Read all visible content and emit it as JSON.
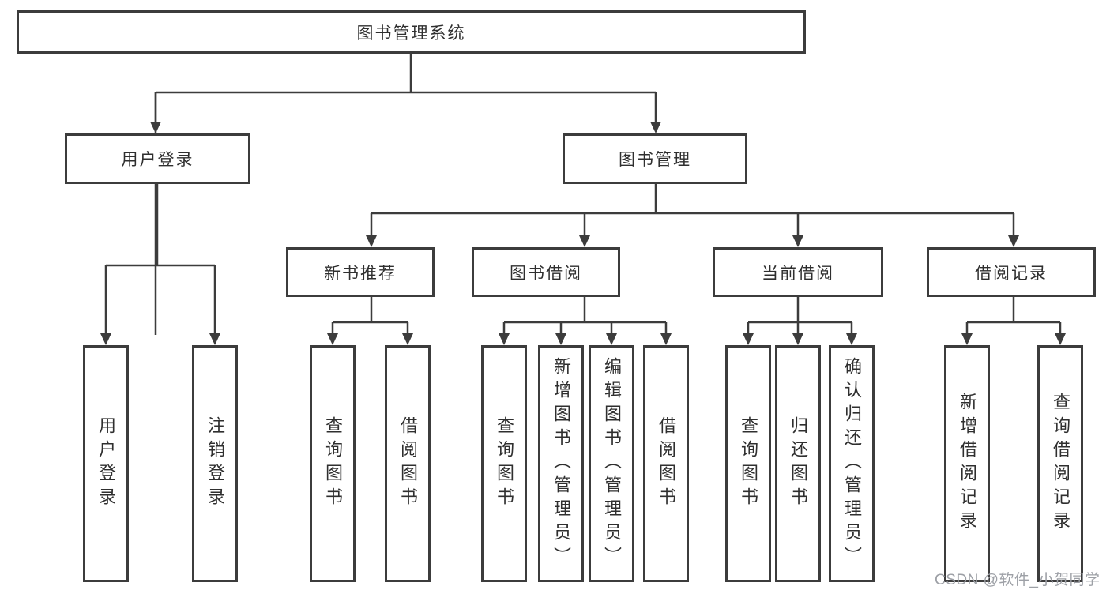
{
  "theme": {
    "line-color": "#3c3c3c",
    "text-color": "#2f2f2f",
    "node-bg": "#ffffff",
    "bg-color": "#ffffff",
    "watermark-color": "#9da0a6"
  },
  "diagram": {
    "type": "tree",
    "root": {
      "label": "图书管理系统"
    },
    "level2": [
      {
        "label": "用户登录",
        "parent": "图书管理系统"
      },
      {
        "label": "图书管理",
        "parent": "图书管理系统"
      }
    ],
    "level3": [
      {
        "label": "新书推荐",
        "parent": "图书管理"
      },
      {
        "label": "图书借阅",
        "parent": "图书管理"
      },
      {
        "label": "当前借阅",
        "parent": "图书管理"
      },
      {
        "label": "借阅记录",
        "parent": "图书管理"
      }
    ],
    "leaves": [
      {
        "label": "用户登录",
        "parent": "用户登录"
      },
      {
        "label": "注销登录",
        "parent": "用户登录"
      },
      {
        "label": "查询图书",
        "parent": "新书推荐"
      },
      {
        "label": "借阅图书",
        "parent": "新书推荐"
      },
      {
        "label": "查询图书",
        "parent": "图书借阅"
      },
      {
        "label": "新增图书（管理员）",
        "parent": "图书借阅"
      },
      {
        "label": "编辑图书（管理员）",
        "parent": "图书借阅"
      },
      {
        "label": "借阅图书",
        "parent": "图书借阅"
      },
      {
        "label": "查询图书",
        "parent": "当前借阅"
      },
      {
        "label": "归还图书",
        "parent": "当前借阅"
      },
      {
        "label": "确认归还（管理员）",
        "parent": "当前借阅"
      },
      {
        "label": "新增借阅记录",
        "parent": "借阅记录"
      },
      {
        "label": "查询借阅记录",
        "parent": "借阅记录"
      }
    ]
  },
  "watermark": {
    "text": "CSDN @软件_小贺同学"
  }
}
